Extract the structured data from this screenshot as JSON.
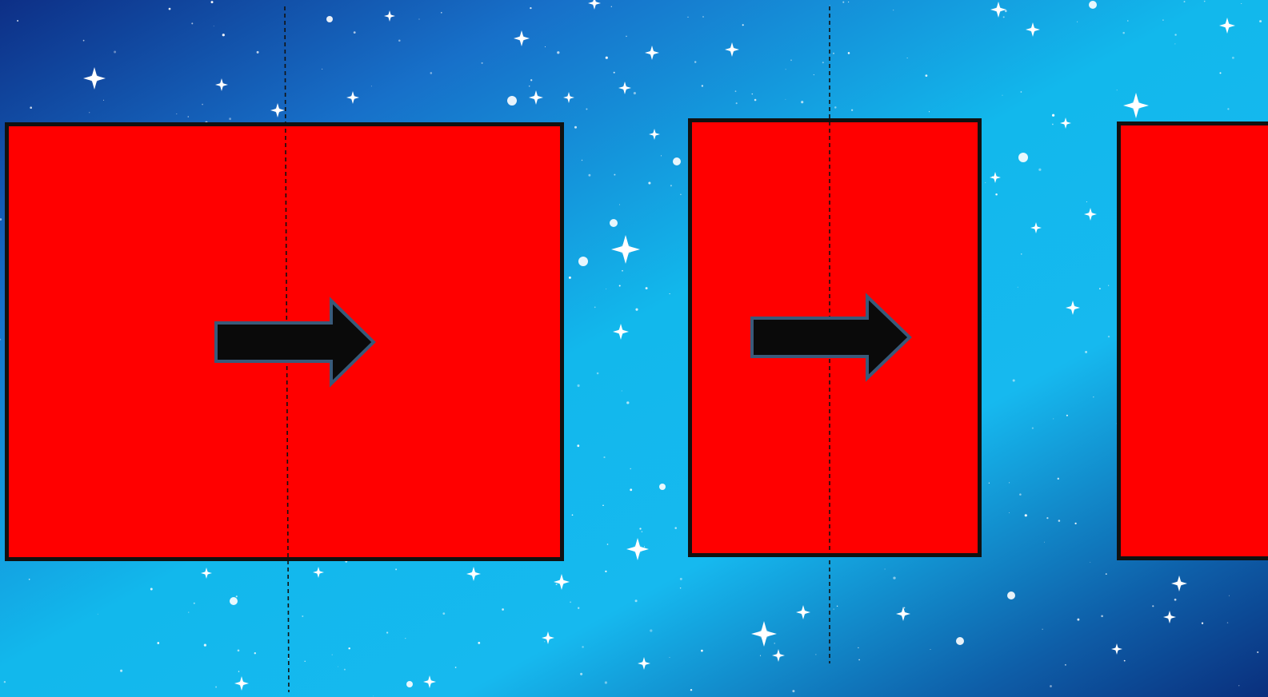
{
  "background": {
    "gradient_colors": [
      "#0d2f86",
      "#1770c9",
      "#12b8ec",
      "#16b9ef",
      "#0e5ea8",
      "#0a2f7d"
    ],
    "star_color": "#ffffff"
  },
  "shapes": {
    "block_fill": "#ff0000",
    "block_border": "#111111",
    "arrow_fill": "#0a0a0a",
    "arrow_outline": "#3a5a7a",
    "guide_line_color": "#111111",
    "blocks": [
      {
        "id": "block-1",
        "icon": "rectangle"
      },
      {
        "id": "block-2",
        "icon": "rectangle"
      },
      {
        "id": "block-3",
        "icon": "rectangle"
      }
    ],
    "arrows": [
      {
        "id": "arrow-1",
        "icon": "right-arrow-icon",
        "direction": "right"
      },
      {
        "id": "arrow-2",
        "icon": "right-arrow-icon",
        "direction": "right"
      }
    ],
    "guides": [
      {
        "id": "guide-1",
        "style": "dashed"
      },
      {
        "id": "guide-2",
        "style": "dashed"
      }
    ]
  }
}
